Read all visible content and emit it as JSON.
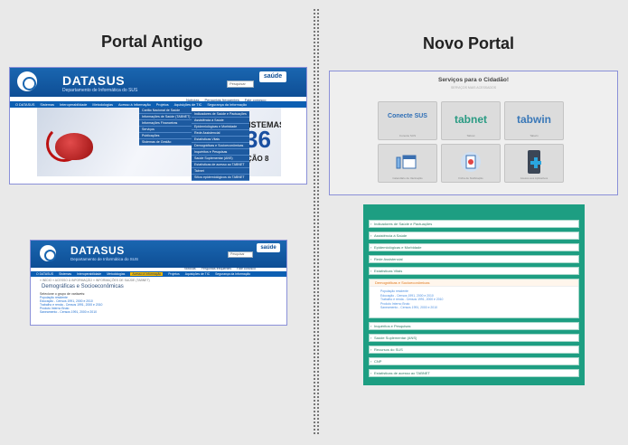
{
  "headings": {
    "old": "Portal Antigo",
    "new": "Novo Portal"
  },
  "datasus": {
    "title": "DATASUS",
    "subtitle": "Departamento de Informática do SUS",
    "search_placeholder": "Pesquisar",
    "saude_label": "saúde",
    "top_links": [
      "Notícias",
      "Perguntas frequentes",
      "Fale conosco"
    ],
    "nav": [
      "O DATASUS",
      "Sistemas",
      "Interoperabilidade",
      "Metodologias",
      "Acesso à Informação",
      "Projetos",
      "Aquisições de TIC",
      "Segurança da Informação"
    ]
  },
  "old_menu_level1": [
    "Cartão Nacional de Saúde",
    "Informações de Saúde (TABNET)",
    "Informações Financeiras",
    "Serviços",
    "Publicações",
    "Sistemas de Gestão"
  ],
  "old_menu_level2": [
    "Indicadores de Saúde e Pactuações",
    "Assistência à Saúde",
    "Epidemiológicas e Morbidade",
    "Rede Assistencial",
    "Estatísticas Vitais",
    "Demográficas e Socioeconômicas",
    "Inquéritos e Pesquisas",
    "Saúde Suplementar (ANS)",
    "Estatísticas de acesso ao TABNET",
    "Tabnet",
    "Sítios epidemiológicos do TABNET"
  ],
  "hero": {
    "sistemas": "SISTEMAS",
    "number": "36",
    "line2": "ÇÃO 8"
  },
  "demog": {
    "breadcrumb": "» INÍCIO » ACESSO À INFORMAÇÃO » INFORMAÇÕES DE SAÚDE (TABNET)",
    "title": "Demográficas e Socioeconômicas",
    "intro": "Selecione o grupo de variáveis:",
    "items": [
      "População residente",
      "Educação - Censos 1991, 2000 e 2010",
      "Trabalho e renda - Censos 1991, 2000 e 2010",
      "Produto Interno Bruto",
      "Saneamento - Censos 1991, 2000 e 2010"
    ]
  },
  "new_portal": {
    "card_title": "Serviços para o Cidadão!",
    "card_subtitle": "SERVIÇOS MAIS ACESSADOS",
    "tiles": [
      {
        "logo": "Conecte SUS",
        "caption": "Conecte SUS"
      },
      {
        "logo": "tabnet",
        "caption": "Tabnet"
      },
      {
        "logo": "tabwin",
        "caption": "Tabwin"
      },
      {
        "logo": "vacinação",
        "caption": "Calendário de Vacinação"
      },
      {
        "logo": "ficha",
        "caption": "Ficha de Notificação"
      },
      {
        "logo": "app",
        "caption": "Acesso aos Aplicativos"
      }
    ],
    "accordion_top": [
      "Indicadores de Saúde e Pactuações",
      "Assistência à Saúde",
      "Epidemiológicas e Morbidade",
      "Rede Assistencial",
      "Estatísticas Vitais"
    ],
    "accordion_open": {
      "title": "Demográficas e Socioeconômicas",
      "items": [
        "População residente",
        "Educação - Censos 1991, 2000 e 2010",
        "Trabalho e renda - Censos 1991, 2000 e 2010",
        "Produto Interno Bruto",
        "Saneamento - Censos 1991, 2000 e 2010"
      ]
    },
    "accordion_bottom": [
      "Inquéritos e Pesquisas",
      "Saúde Suplementar (ANS)",
      "Recursos do SUS",
      "CNP",
      "Estatísticas de acesso ao TABNET"
    ]
  },
  "colors": {
    "datasus_blue": "#0d5fb2",
    "accent_teal": "#1d9e82",
    "highlight": "#f3b700"
  }
}
